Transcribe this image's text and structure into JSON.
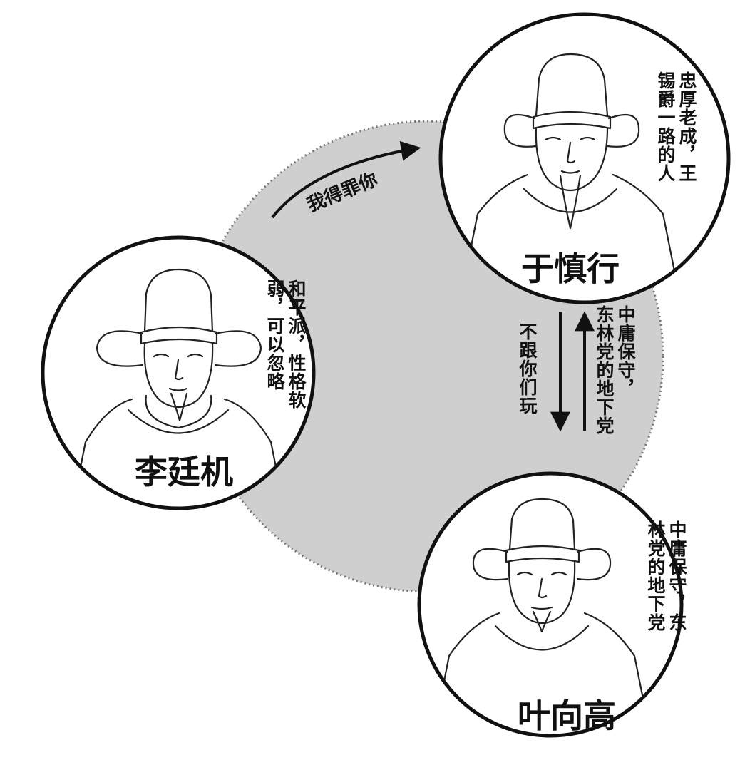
{
  "colors": {
    "background": "#ffffff",
    "center_disc": "#cfcfcf",
    "ink": "#111111"
  },
  "people": [
    {
      "id": "li-tingji",
      "name": "李廷机",
      "note_lines": [
        "和平派，性格软",
        "弱，可以忽略"
      ]
    },
    {
      "id": "yu-shenxing",
      "name": "于慎行",
      "note_lines": [
        "忠厚老成，王",
        "锡爵一路的人"
      ]
    },
    {
      "id": "ye-xianggao",
      "name": "叶向高",
      "note_lines": [
        "中庸保守，东",
        "林党的地下党"
      ]
    }
  ],
  "relations": {
    "li_to_yu": {
      "label": "我得罪你",
      "direction": "li-to-yu"
    },
    "yu_to_ye": {
      "label": "不跟你们玩",
      "direction": "down"
    },
    "ye_to_yu": {
      "label_lines": [
        "中庸保守，",
        "东林党的地下党"
      ],
      "direction": "up"
    }
  }
}
